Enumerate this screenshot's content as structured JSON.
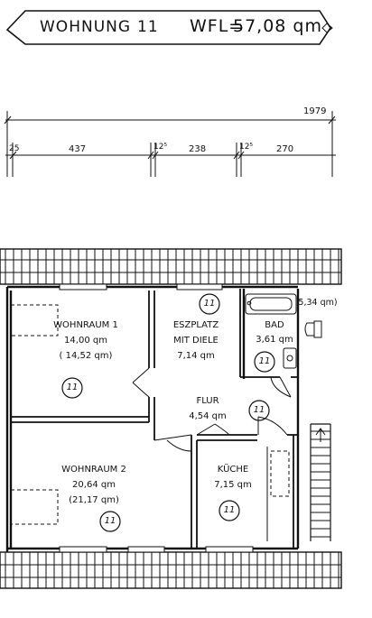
{
  "title": {
    "unit_label": "WOHNUNG",
    "unit_number": "11",
    "area_label": "WFL=",
    "area_value": "57,08 qm"
  },
  "dimensions": {
    "total": "1979",
    "segments": [
      "25",
      "437",
      "12⁵",
      "238",
      "12⁵",
      "270"
    ]
  },
  "rooms": [
    {
      "name": "WOHNRAUM 1",
      "area": "14,00 qm",
      "area_alt": "( 14,52 qm)",
      "unit_marker": "11"
    },
    {
      "name": "ESZPLATZ",
      "name2": "MIT DIELE",
      "area": "7,14 qm",
      "unit_marker": "11"
    },
    {
      "name": "BAD",
      "area": "3,61 qm",
      "area_alt": "5,34 qm)",
      "unit_marker": "11"
    },
    {
      "name": "FLUR",
      "area": "4,54 qm",
      "unit_marker": "11"
    },
    {
      "name": "WOHNRAUM 2",
      "area": "20,64 qm",
      "area_alt": "(21,17 qm)",
      "unit_marker": "11"
    },
    {
      "name": "KÜCHE",
      "area": "7,15 qm",
      "unit_marker": "11"
    }
  ]
}
